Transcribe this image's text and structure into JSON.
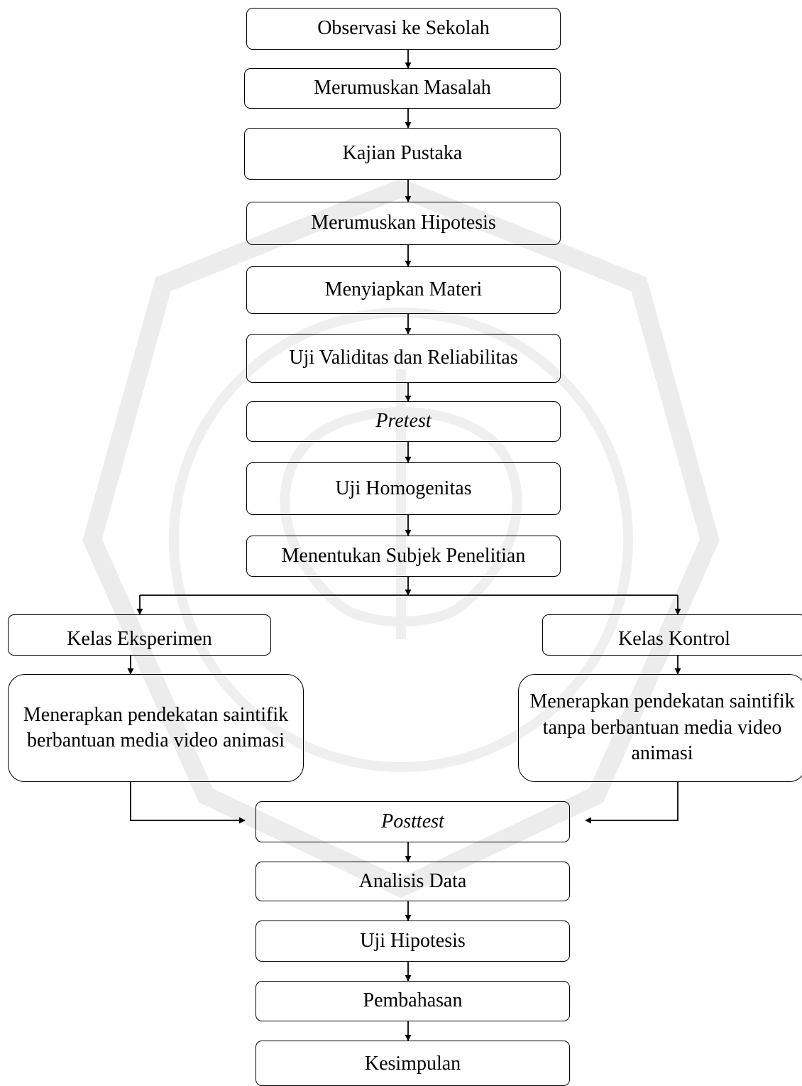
{
  "steps": {
    "observasi": "Observasi ke Sekolah",
    "merumuskan_masalah": "Merumuskan Masalah",
    "kajian_pustaka": "Kajian Pustaka",
    "merumuskan_hipotesis": "Merumuskan Hipotesis",
    "menyiapkan_materi": "Menyiapkan Materi",
    "uji_validitas": "Uji Validitas dan Reliabilitas",
    "pretest": "Pretest",
    "uji_homogenitas": "Uji Homogenitas",
    "menentukan_subjek": "Menentukan Subjek Penelitian",
    "kelas_eksperimen": "Kelas Eksperimen",
    "kelas_kontrol": "Kelas Kontrol",
    "perlakuan_eksperimen": "Menerapkan pendekatan saintifik berbantuan media video animasi",
    "perlakuan_kontrol": "Menerapkan pendekatan saintifik tanpa berbantuan media video animasi",
    "posttest": "Posttest",
    "analisis_data": "Analisis Data",
    "uji_hipotesis": "Uji Hipotesis",
    "pembahasan": "Pembahasan",
    "kesimpulan": "Kesimpulan"
  },
  "colors": {
    "line": "#000000",
    "watermark": "#e8e8e8"
  }
}
